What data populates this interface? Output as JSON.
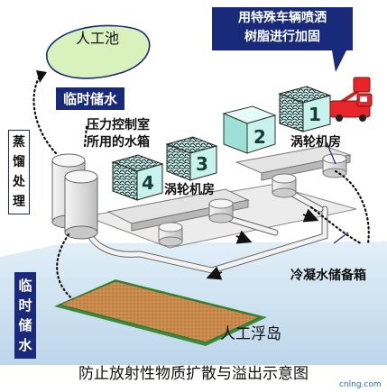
{
  "labels": {
    "artificial_pond": "人工池",
    "special_vehicle_line1": "用特殊车辆喷洒",
    "special_vehicle_line2": "树脂进行加固",
    "temp_storage_top": "临时储水",
    "pressure_room_line1": "压力控制室",
    "pressure_room_line2": "所用的水箱",
    "distill_chars": [
      "蒸",
      "馏",
      "处",
      "理"
    ],
    "turbine_room_right": "涡轮机房",
    "turbine_room_left": "涡轮机房",
    "condenser_tank": "冷凝水储备箱",
    "temp_storage_left_chars": [
      "临",
      "时",
      "储",
      "水"
    ],
    "floating_island": "人工浮岛",
    "caption": "防止放射性物质扩散与溢出示意图",
    "watermark": "cnlng.com"
  },
  "reactors": [
    {
      "number": "1",
      "has_rubble": true
    },
    {
      "number": "2",
      "has_rubble": false
    },
    {
      "number": "3",
      "has_rubble": true
    },
    {
      "number": "4",
      "has_rubble": true
    }
  ],
  "colors": {
    "navy": "#1a2a7a",
    "pond_fill": "#d8f0b8",
    "reactor_face": "#c8f2ec",
    "platform": "#e6e6e6",
    "pipe": "#eeeeee",
    "truck": "#e8252a",
    "island": "#c8884a",
    "island_rim": "#3a8a3a",
    "water": "#cfe4f2"
  }
}
